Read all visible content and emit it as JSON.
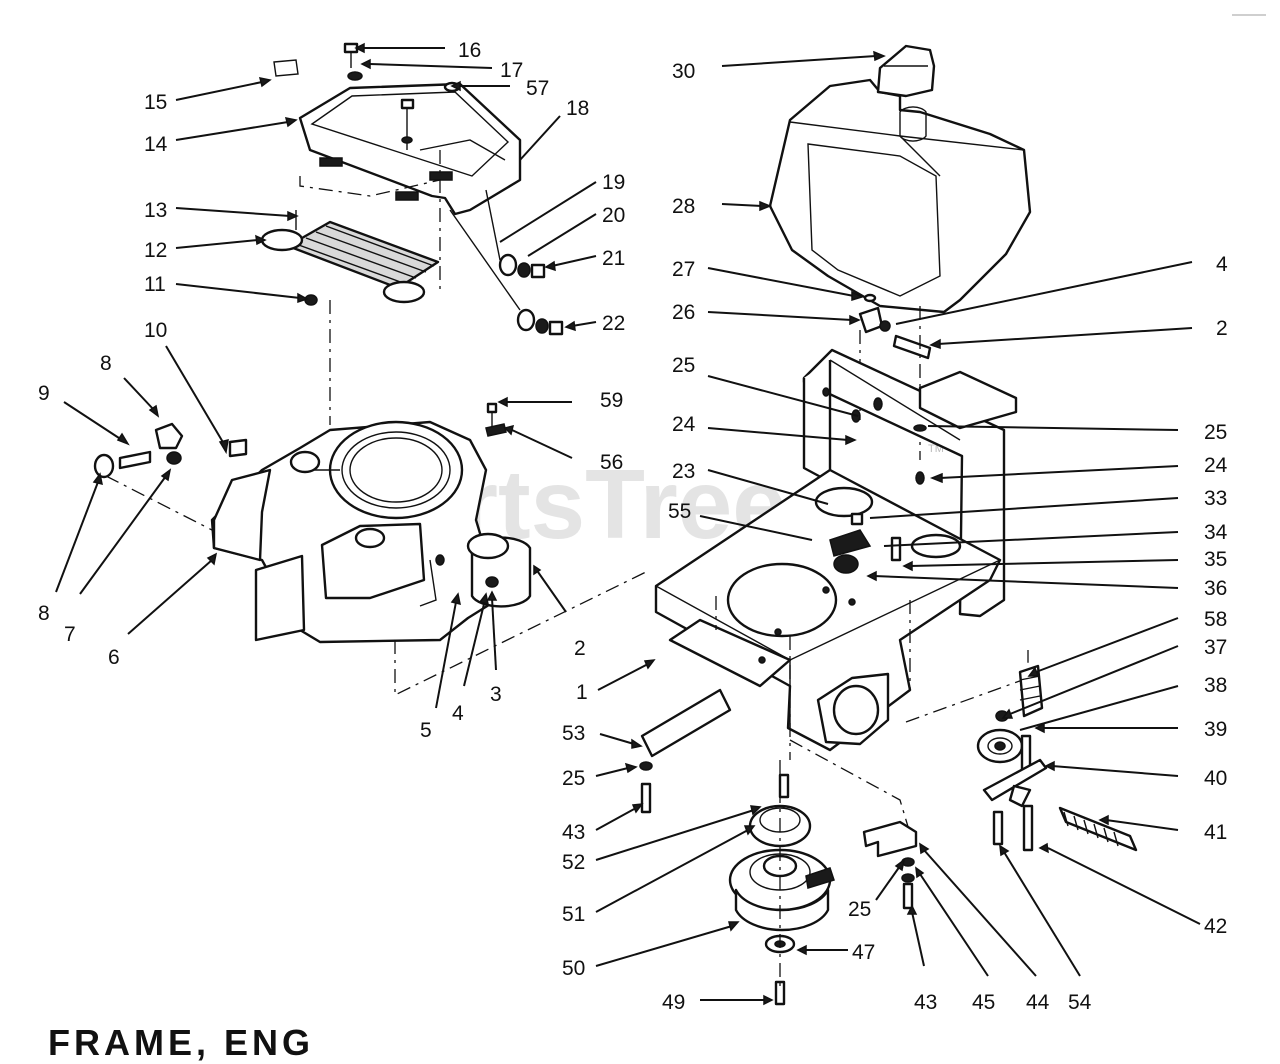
{
  "watermark": "PartsTree",
  "watermark_tm": "TM",
  "bottom_title": "FRAME, ENG",
  "callouts": [
    "16",
    "17",
    "57",
    "15",
    "18",
    "14",
    "19",
    "20",
    "21",
    "13",
    "12",
    "11",
    "22",
    "10",
    "8",
    "9",
    "59",
    "56",
    "8",
    "7",
    "6",
    "5",
    "4",
    "3",
    "2",
    "30",
    "28",
    "4",
    "27",
    "26",
    "2",
    "25",
    "24",
    "25",
    "24",
    "23",
    "33",
    "55",
    "34",
    "35",
    "36",
    "58",
    "1",
    "37",
    "38",
    "53",
    "39",
    "25",
    "40",
    "43",
    "41",
    "52",
    "51",
    "25",
    "42",
    "50",
    "47",
    "49",
    "43",
    "45",
    "44",
    "54"
  ]
}
